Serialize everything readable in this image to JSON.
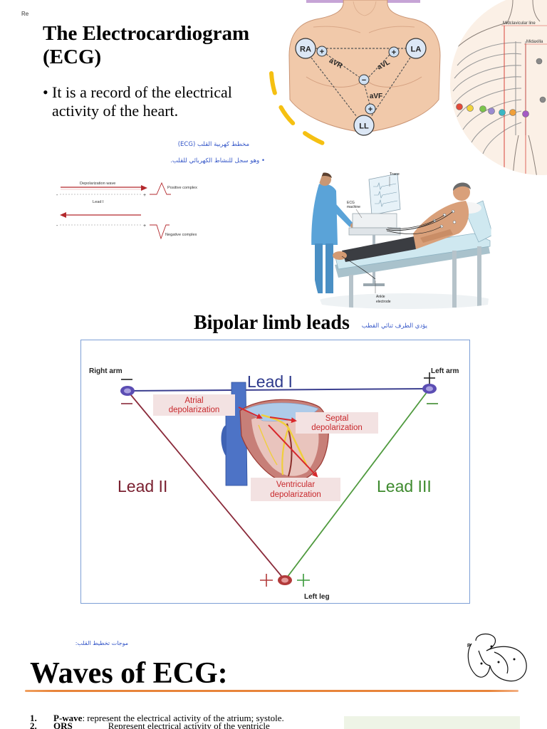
{
  "page_label": "Re",
  "intro": {
    "title_line1": "The Electrocardiogram",
    "title_line2": "(ECG)",
    "bullet_symbol": "•",
    "bullet_text": "It is a record of the electrical activity of the heart."
  },
  "arabic_intro": {
    "line1": "مخطط كهربية القلب (ECG)",
    "line2": "• وهو سجل للنشاط الكهربائي للقلب."
  },
  "chest_leads_figure": {
    "ra": "RA",
    "la": "LA",
    "ll": "LL",
    "avr": "aVR",
    "avl": "aVL",
    "avf": "aVF",
    "plus": "+",
    "minus": "−"
  },
  "chest_wall_figure": {
    "midclavicular": "Midclavicular line",
    "midaxillary": "Midaxilla"
  },
  "depolarization_figure": {
    "wave": "Depolarization wave",
    "lead": "Lead I",
    "positive": "Positive complex",
    "negative": "Negative complex",
    "minus": "-",
    "plus": "+"
  },
  "patient_figure": {
    "trace": "Trace",
    "machine_line1": "ECG",
    "machine_line2": "machine",
    "ankle_line1": "Ankle",
    "ankle_line2": "electrode"
  },
  "bipolar_section": {
    "heading": "Bipolar limb leads",
    "arabic": "يؤدي الطرف ثنائي القطب"
  },
  "einthoven_figure": {
    "right_arm": "Right arm",
    "left_arm": "Left arm",
    "left_leg": "Left leg",
    "lead_1": "Lead I",
    "lead_2": "Lead II",
    "lead_3": "Lead III",
    "atrial_line1": "Atrial",
    "atrial_line2": "depolarization",
    "septal_line1": "Septal",
    "septal_line2": "depolarization",
    "ventricular_line1": "Ventricular",
    "ventricular_line2": "depolarization"
  },
  "waves_section": {
    "arabic": "موجات تخطيط القلب:",
    "heading": "Waves of ECG:",
    "diagram_label": "P",
    "items": [
      {
        "num": "1.",
        "term": "P-wave",
        "text": ": represent the electrical activity of the atrium; systole."
      },
      {
        "num": "2.",
        "term": "QRS",
        "text": "Represent electrical activity of the ventricle"
      }
    ]
  },
  "colors": {
    "arabic_text": "#3456c8",
    "accent_rule": "#e8843a",
    "lead_1": "#2e3a8c",
    "lead_2": "#7a2030",
    "lead_3": "#3e8a2e",
    "label_red": "#c8282c",
    "figure_border": "#7d9fd6",
    "electrode_marker": "#f5c012"
  }
}
